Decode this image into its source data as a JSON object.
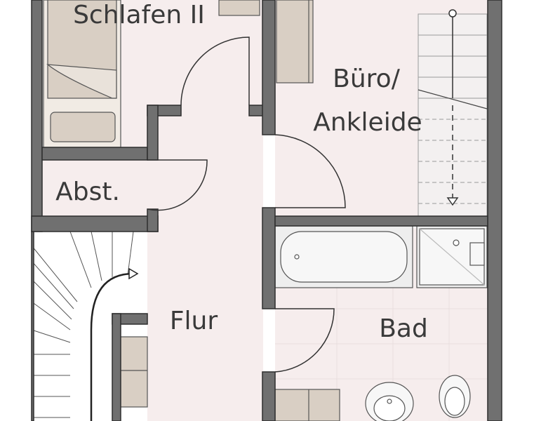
{
  "rooms": {
    "schlafen": "Schlafen II",
    "buero_line1": "Büro/",
    "buero_line2": "Ankleide",
    "abst": "Abst.",
    "flur": "Flur",
    "bad": "Bad"
  },
  "colors": {
    "wall": "#707070",
    "wall_edge": "#2e2e2e",
    "room_fill": "#f6eded",
    "furniture": "#d9cfc4",
    "fixture": "#eeeeee",
    "line": "#333333"
  },
  "icons": {
    "stair_arrow": "arrow-up-icon",
    "stair_down": "arrow-down-icon"
  }
}
